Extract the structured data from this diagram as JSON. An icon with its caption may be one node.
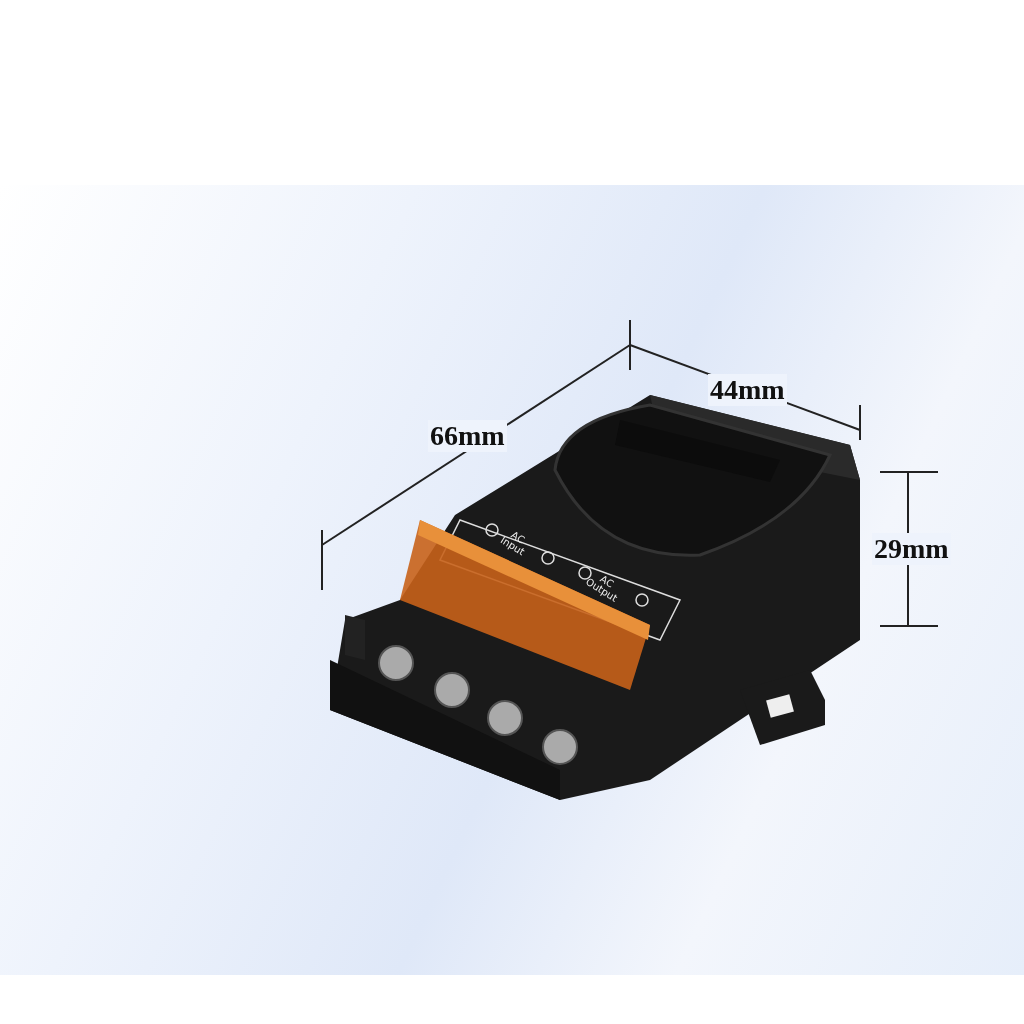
{
  "diagram": {
    "labels": [
      "66mm",
      "44mm",
      "29mm",
      "AC Input",
      "AC Output"
    ]
  }
}
